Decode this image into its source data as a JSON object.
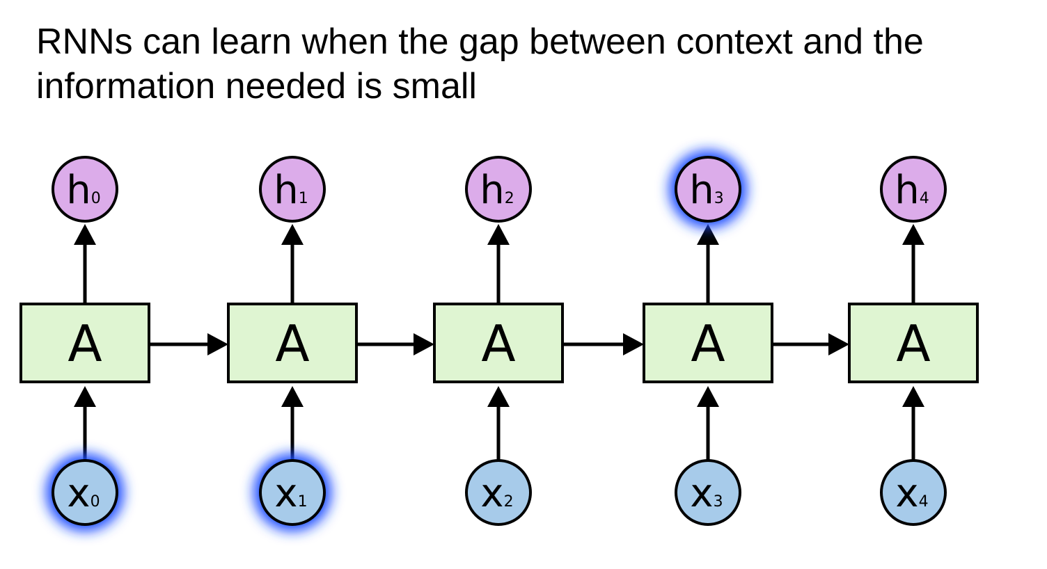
{
  "title": {
    "line1": "RNNs can learn when the gap between context and the",
    "line2": "information needed is small"
  },
  "colors": {
    "cell_fill": "#dff5d2",
    "hidden_fill": "#dcacea",
    "input_fill": "#a7cbea",
    "stroke": "#000000",
    "glow": "#1f4dff"
  },
  "diagram": {
    "cell_label": "A",
    "steps": [
      {
        "hidden": "h",
        "hidden_sub": "0",
        "input": "x",
        "input_sub": "0",
        "hidden_highlighted": false,
        "input_highlighted": true
      },
      {
        "hidden": "h",
        "hidden_sub": "1",
        "input": "x",
        "input_sub": "1",
        "hidden_highlighted": false,
        "input_highlighted": true
      },
      {
        "hidden": "h",
        "hidden_sub": "2",
        "input": "x",
        "input_sub": "2",
        "hidden_highlighted": false,
        "input_highlighted": false
      },
      {
        "hidden": "h",
        "hidden_sub": "3",
        "input": "x",
        "input_sub": "3",
        "hidden_highlighted": true,
        "input_highlighted": false
      },
      {
        "hidden": "h",
        "hidden_sub": "4",
        "input": "x",
        "input_sub": "4",
        "hidden_highlighted": false,
        "input_highlighted": false
      }
    ]
  }
}
